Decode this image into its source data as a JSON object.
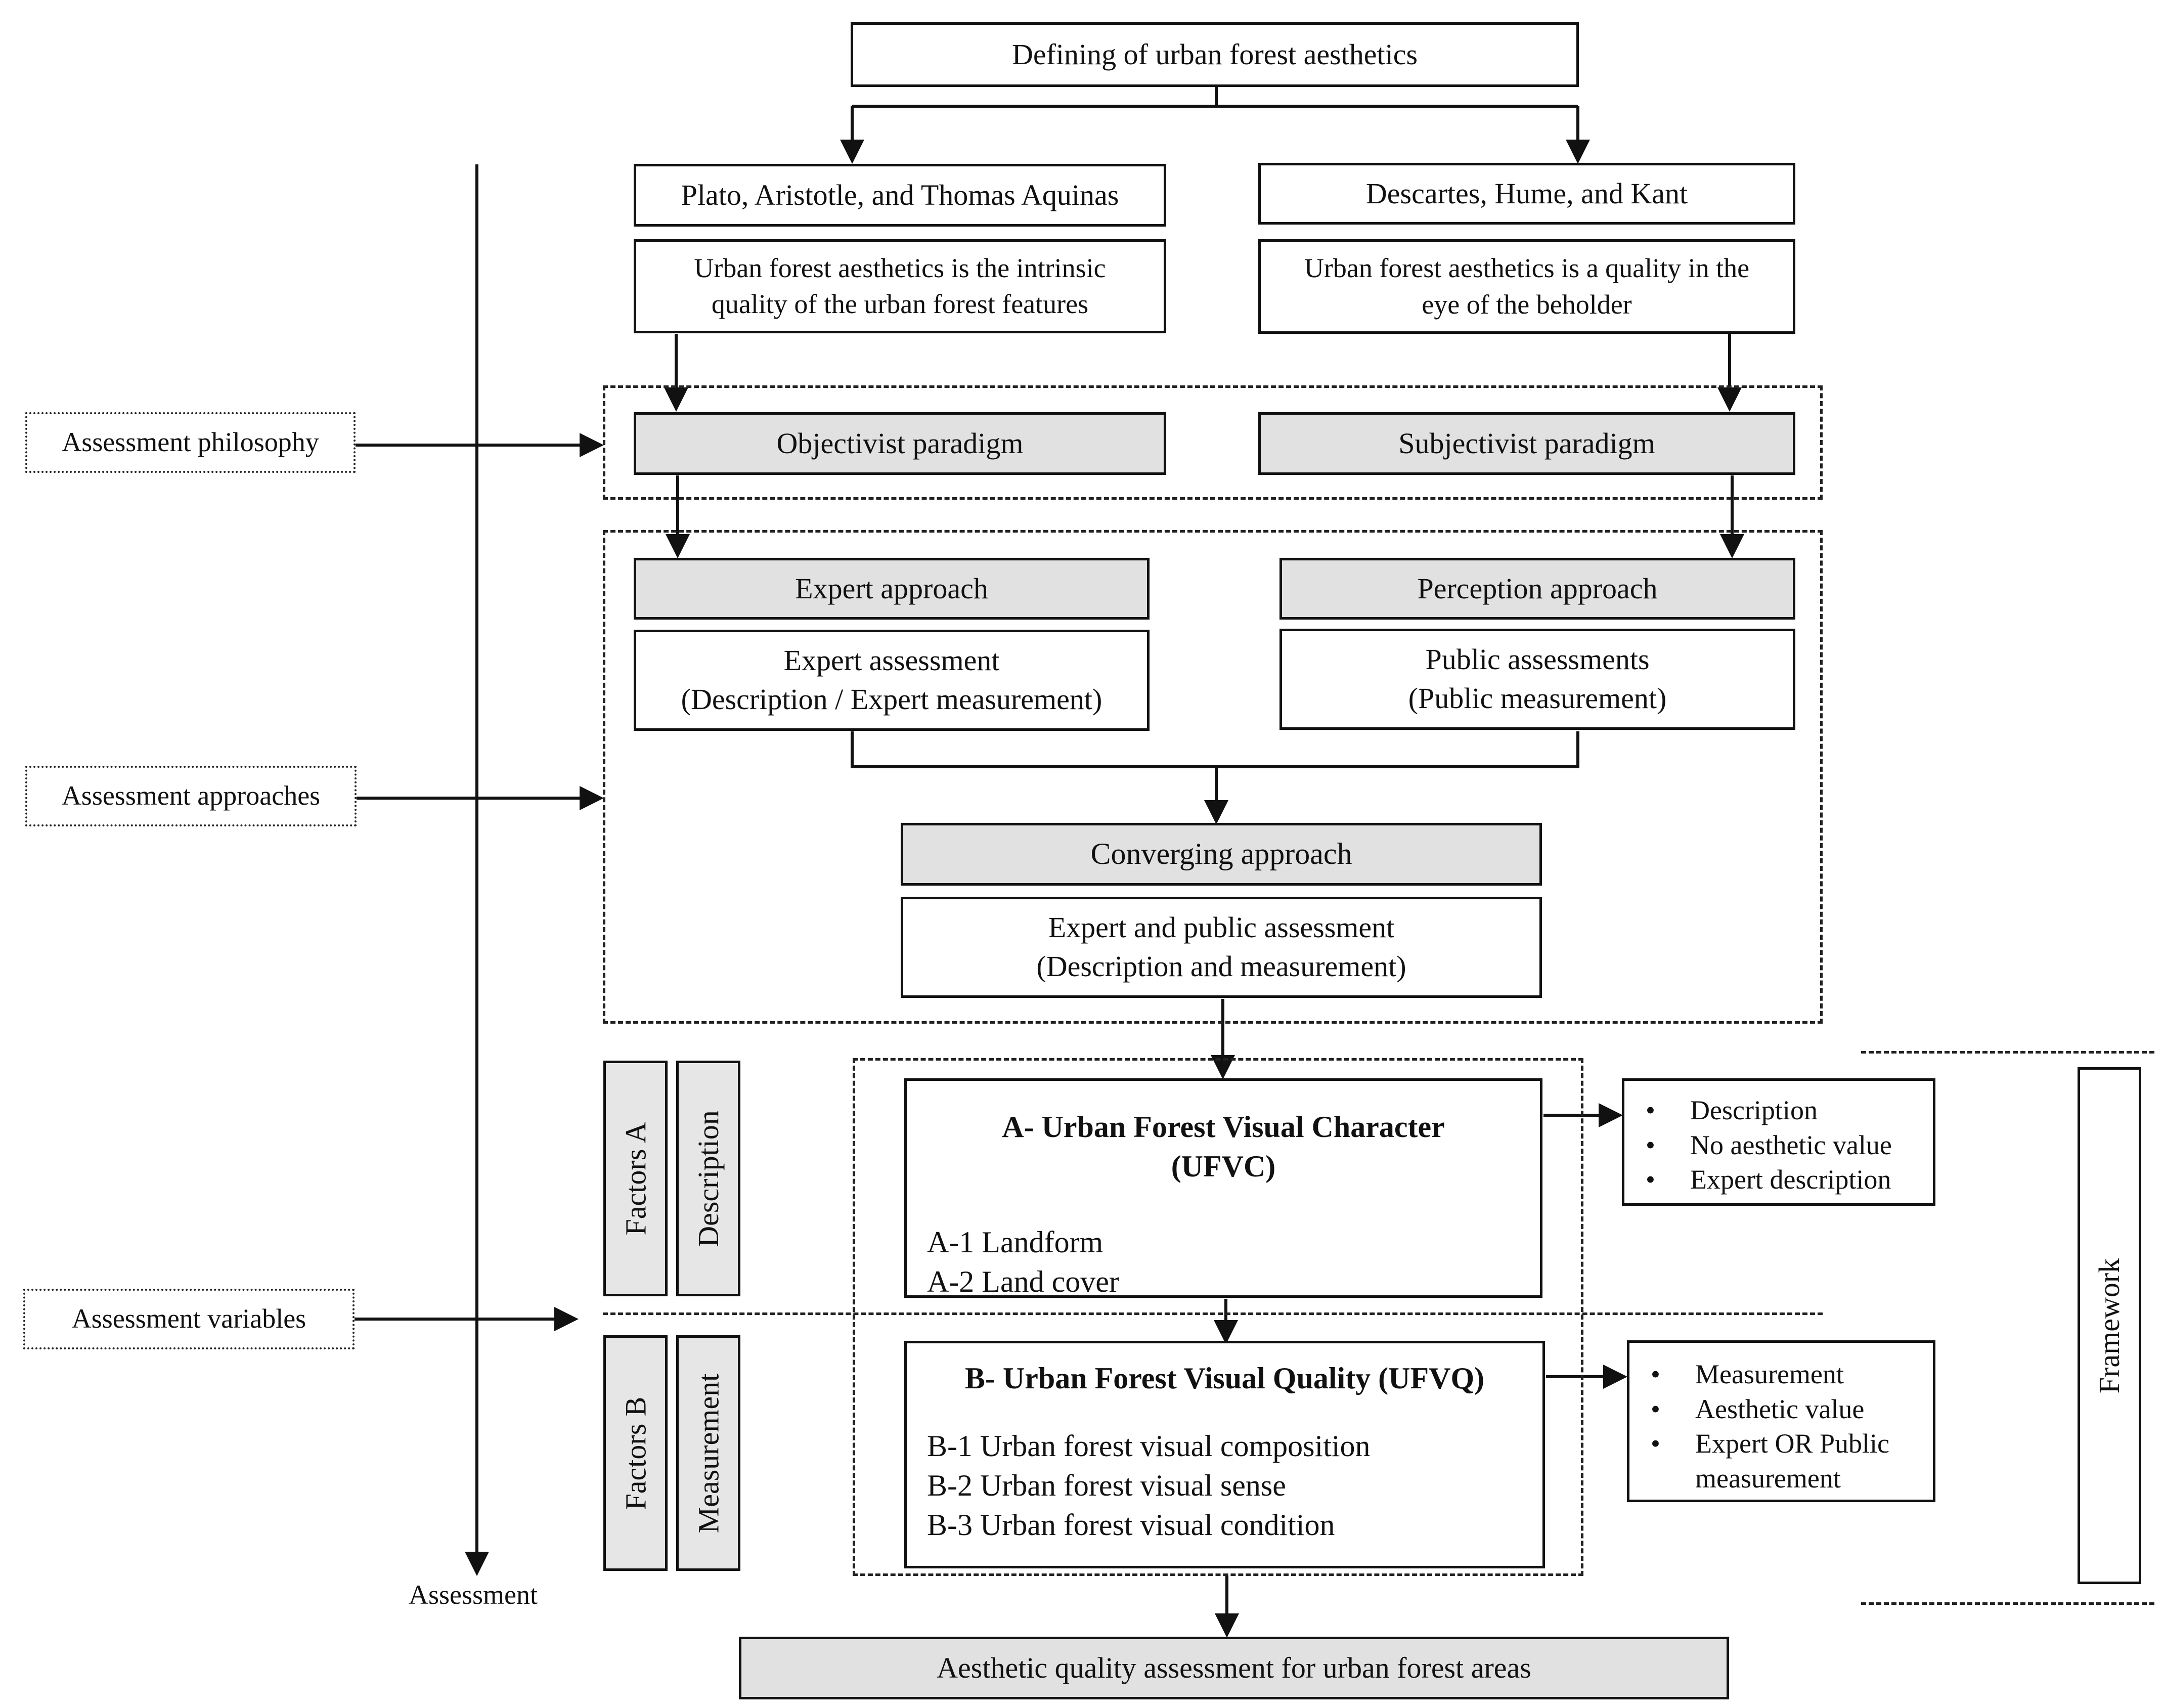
{
  "top": {
    "title": "Defining of urban forest aesthetics"
  },
  "left_branch": {
    "philosophers": "Plato, Aristotle, and Thomas Aquinas",
    "definition_line1": "Urban forest aesthetics is the intrinsic",
    "definition_line2": "quality of the urban forest features",
    "paradigm": "Objectivist paradigm",
    "approach": "Expert approach",
    "assessment_line1": "Expert assessment",
    "assessment_line2": "(Description / Expert measurement)"
  },
  "right_branch": {
    "philosophers": "Descartes, Hume, and Kant",
    "definition_line1": "Urban forest aesthetics is a quality in the",
    "definition_line2": "eye of the beholder",
    "paradigm": "Subjectivist paradigm",
    "approach": "Perception approach",
    "assessment_line1": "Public assessments",
    "assessment_line2": "(Public measurement)"
  },
  "converging": {
    "approach": "Converging approach",
    "assessment_line1": "Expert and public assessment",
    "assessment_line2": "(Description and measurement)"
  },
  "side_labels": {
    "philosophy": "Assessment philosophy",
    "approaches": "Assessment approaches",
    "variables": "Assessment variables",
    "axis": "Assessment",
    "framework": "Framework"
  },
  "factors_a": {
    "tag": "Factors A",
    "type": "Description",
    "title_line1": "A- Urban Forest Visual Character",
    "title_line2": "(UFVC)",
    "items": [
      "A-1 Landform",
      "A-2 Land cover"
    ],
    "notes": [
      "Description",
      "No aesthetic value",
      "Expert description"
    ]
  },
  "factors_b": {
    "tag": "Factors B",
    "type": "Measurement",
    "title": "B- Urban Forest Visual Quality (UFVQ)",
    "items": [
      "B-1 Urban forest visual composition",
      "B-2 Urban forest visual sense",
      "B-3 Urban forest visual condition"
    ],
    "notes": [
      "Measurement",
      "Aesthetic value",
      "Expert OR Public",
      "measurement"
    ]
  },
  "result": {
    "title": "Aesthetic quality assessment for urban forest areas"
  },
  "colors": {
    "line": "#111111",
    "grey_fill": "#e1e1e1"
  }
}
